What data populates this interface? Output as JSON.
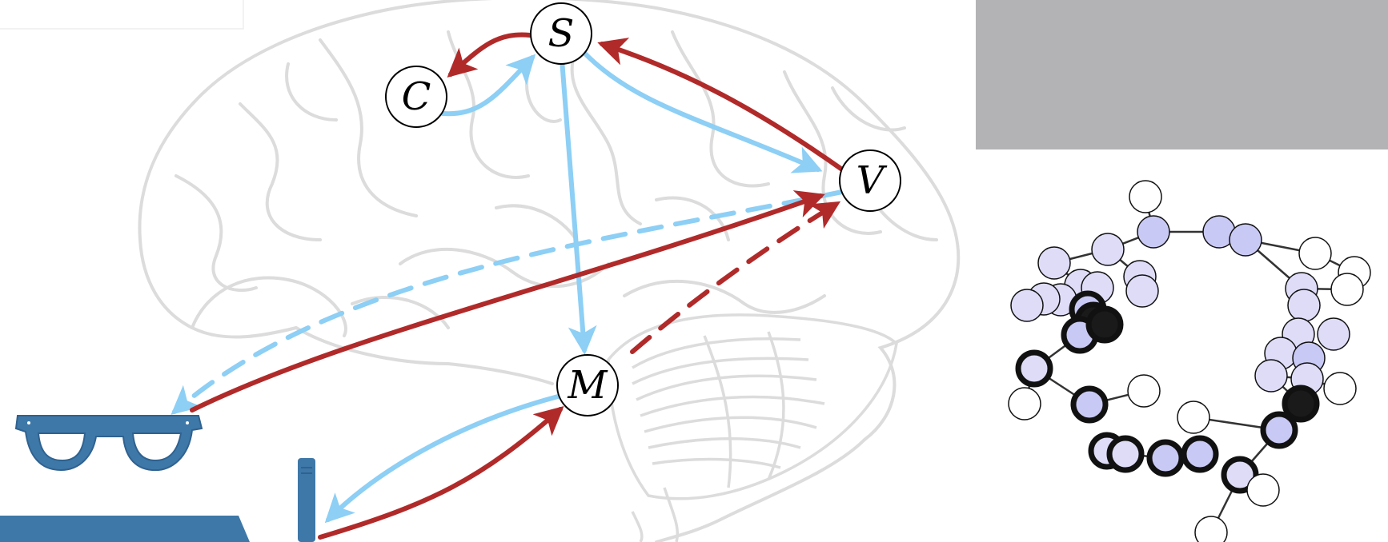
{
  "nodes": {
    "S": "S",
    "C": "C",
    "V": "V",
    "M": "M"
  },
  "colors": {
    "feedforward": "#8dcff5",
    "feedback": "#b12a2a",
    "brain_outline": "#dcdcdc",
    "device_blue": "#3e78a8",
    "gray_panel": "#b3b3b5",
    "graph_node_fill": "#c9c9f5",
    "graph_node_dark": "#1a1a1a"
  },
  "icons": [
    "brain-outline",
    "glasses-icon",
    "device-icon",
    "gray-panel",
    "node-graph"
  ]
}
